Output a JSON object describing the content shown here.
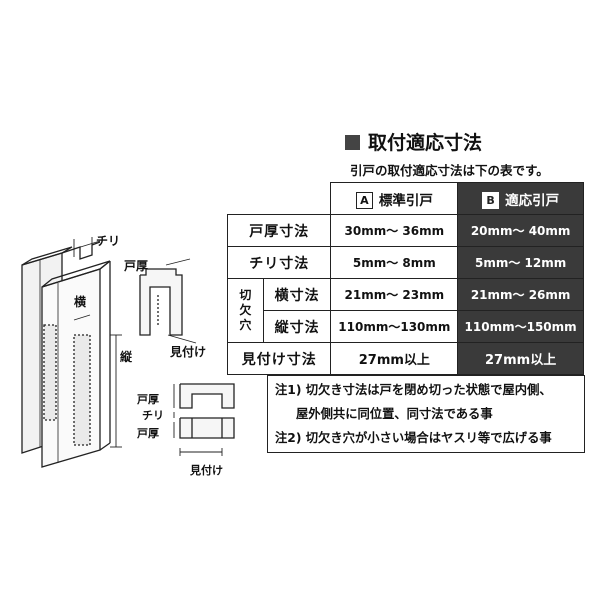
{
  "section": {
    "title": "取付適応寸法",
    "subtitle": "引戸の取付適応寸法は下の表です。"
  },
  "table": {
    "columns": [
      {
        "badge": "A",
        "label": "標準引戸"
      },
      {
        "badge": "B",
        "label": "適応引戸"
      }
    ],
    "rows": [
      {
        "label": "戸厚寸法",
        "standard": "30mm〜 36mm",
        "adapted": "20mm〜 40mm"
      },
      {
        "label": "チリ寸法",
        "standard": "5mm〜 8mm",
        "adapted": "5mm〜 12mm"
      },
      {
        "group": "切欠穴",
        "label": "横寸法",
        "standard": "21mm〜 23mm",
        "adapted": "21mm〜 26mm"
      },
      {
        "group": "切欠穴",
        "label": "縦寸法",
        "standard": "110mm〜130mm",
        "adapted": "110mm〜150mm"
      },
      {
        "label": "見付け寸法",
        "standard": "27mm以上",
        "adapted": "27mm以上"
      }
    ],
    "group_chars": [
      "切",
      "欠",
      "穴"
    ]
  },
  "notes": {
    "line1": "注1) 切欠き寸法は戸を閉め切った状態で屋内側、",
    "line2": "屋外側共に同位置、同寸法である事",
    "line3": "注2) 切欠き穴が小さい場合はヤスリ等で広げる事"
  },
  "diagram": {
    "chiri": "チリ",
    "totsu": "戸厚",
    "yoko": "横",
    "tate": "縦",
    "mitsuke": "見付け",
    "profile_totsu_top": "戸厚",
    "profile_chiri": "チリ",
    "profile_totsu_bottom": "戸厚",
    "profile_mitsuke": "見付け"
  }
}
